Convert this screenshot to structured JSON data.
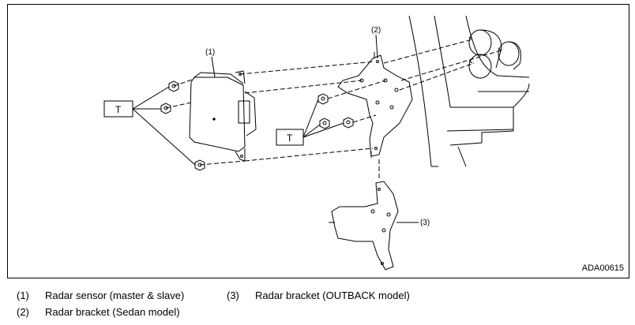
{
  "diagram": {
    "callouts": {
      "sensor": "(1)",
      "sedan_bracket": "(2)",
      "outback_bracket": "(3)"
    },
    "torque_label": "T",
    "figure_id": "ADA00615"
  },
  "legend": [
    {
      "number": "(1)",
      "text": "Radar sensor (master & slave)"
    },
    {
      "number": "(3)",
      "text": "Radar bracket (OUTBACK model)"
    },
    {
      "number": "(2)",
      "text": "Radar bracket (Sedan model)"
    }
  ]
}
